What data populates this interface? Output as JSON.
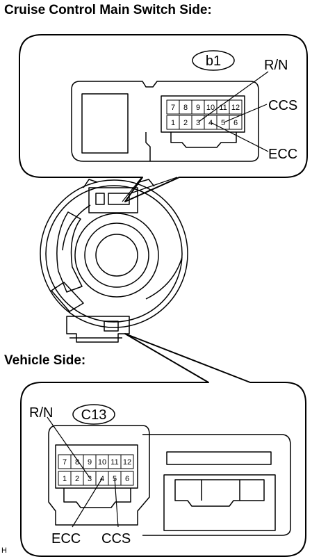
{
  "headings": {
    "switch_side": "Cruise Control Main Switch Side:",
    "vehicle_side": "Vehicle Side:"
  },
  "connector_b1": {
    "code": "b1",
    "pins_top": [
      "7",
      "8",
      "9",
      "10",
      "11",
      "12"
    ],
    "pins_bottom": [
      "1",
      "2",
      "3",
      "4",
      "5",
      "6"
    ],
    "labels": {
      "rn": "R/N",
      "ccs": "CCS",
      "ecc": "ECC"
    }
  },
  "connector_c13": {
    "code": "C13",
    "pins_top": [
      "7",
      "8",
      "9",
      "10",
      "11",
      "12"
    ],
    "pins_bottom": [
      "1",
      "2",
      "3",
      "4",
      "5",
      "6"
    ],
    "labels": {
      "rn": "R/N",
      "ecc": "ECC",
      "ccs": "CCS"
    }
  },
  "footer_code": "H"
}
